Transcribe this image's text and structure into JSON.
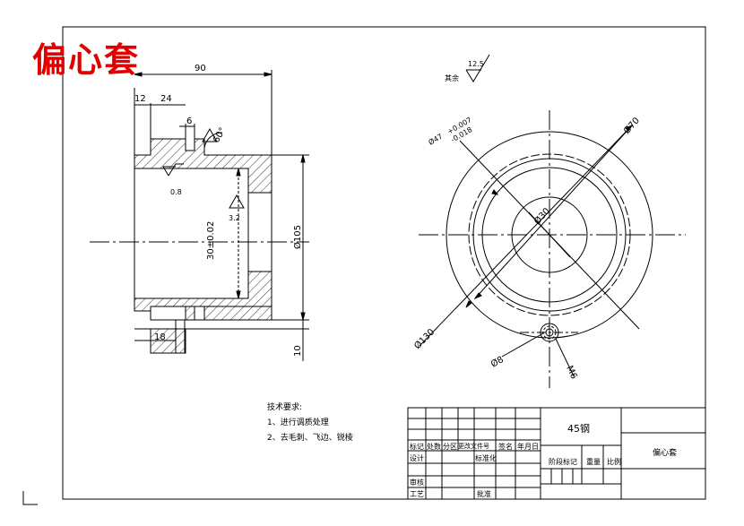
{
  "title": "偏心套",
  "roughness": {
    "other_label": "其余",
    "other_value": "12.5",
    "r1": "0.8",
    "r2": "3.2"
  },
  "dimensions": {
    "d90": "90",
    "d12": "12",
    "d24": "24",
    "d6": "6",
    "angle60": "60°",
    "bore": "30±0.02",
    "dia105": "Ø105",
    "d10": "10",
    "d18": "18",
    "dia47": "Ø47",
    "dia47_tol_up": "+0.007",
    "dia47_tol_low": "-0.018",
    "dia70": "Ø70",
    "dia30": "Ø30",
    "dia130": "Ø130",
    "dia8": "Ø8",
    "m6": "M6"
  },
  "tech_requirements": {
    "heading": "技术要求:",
    "items": [
      "1、进行调质处理",
      "2、去毛刺、飞边、锐棱"
    ]
  },
  "title_block": {
    "material": "45钢",
    "part_name": "偏心套",
    "labels": {
      "mark": "标记",
      "count": "处数",
      "zone": "分区",
      "doc_no": "更改文件号",
      "sign": "签名",
      "date": "年月日",
      "design": "设计",
      "standardize": "标准化",
      "stage_mark": "阶段标记",
      "weight": "重量",
      "scale": "比例",
      "review": "审核",
      "process": "工艺",
      "approve": "批准"
    }
  }
}
